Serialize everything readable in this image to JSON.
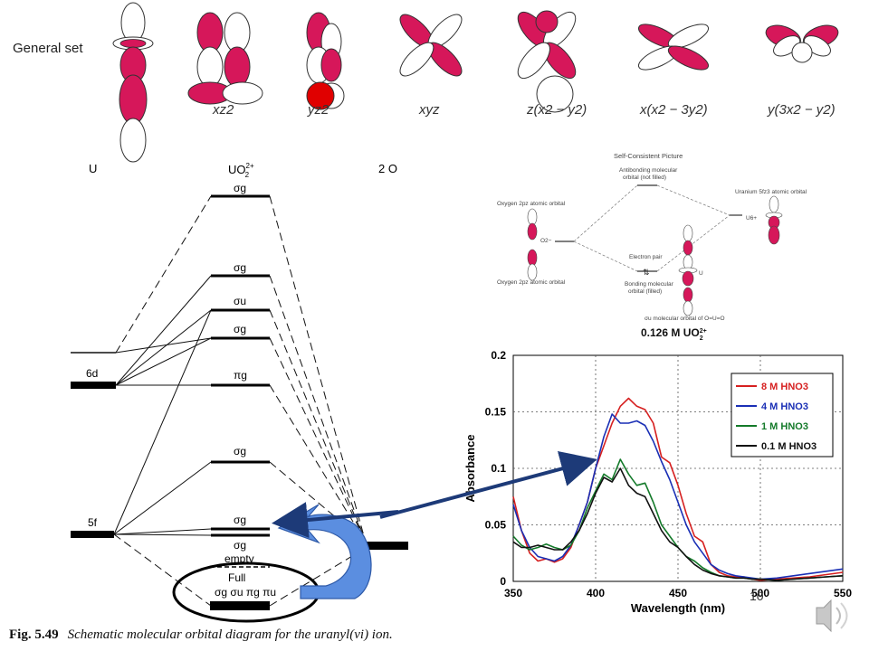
{
  "orbital_row": {
    "heading": "General set",
    "labels": [
      "xz2",
      "yz2",
      "xyz",
      "z(x2 − y2)",
      "x(x2 − 3y2)",
      "y(3x2 − y2)"
    ]
  },
  "mo_diagram": {
    "left_label": "U",
    "center_label": "UO",
    "center_sup": "2+",
    "center_sub": "2",
    "right_label": "2 O",
    "atomic_levels": [
      "6d",
      "5f"
    ],
    "mo_levels": [
      "σg",
      "σg",
      "σu",
      "σg",
      "πg",
      "σg",
      "σg",
      "σg"
    ],
    "empty_label": "empty",
    "full_label": "Full",
    "bonding_set": "σg σu πg πu"
  },
  "scp": {
    "title": "Self-Consistent Picture",
    "antibonding": [
      "Antibonding molecular",
      "orbital (not filled)"
    ],
    "oxygen_top": "Oxygen 2pz atomic orbital",
    "oxygen_bottom": "Oxygen 2pz atomic orbital",
    "uranium": "Uranium 5fz3 atomic orbital",
    "o_ion": "O2−",
    "u_ion": "U6+",
    "electron_pair": "Electron pair",
    "bonding": [
      "Bonding molecular",
      "orbital (filled)"
    ],
    "u_center": "U",
    "sigma_caption": "σu molecular orbital of O=U=O",
    "concentration": "0.126 M UO",
    "concentration_sup": "2+",
    "concentration_sub": "2"
  },
  "chart_data": {
    "type": "line",
    "xlabel": "Wavelength (nm)",
    "ylabel": "Absorbance",
    "xlim": [
      350,
      550
    ],
    "ylim": [
      0,
      0.2
    ],
    "xticks": [
      350,
      400,
      450,
      500,
      550
    ],
    "yticks": [
      0,
      0.05,
      0.1,
      0.15,
      0.2
    ],
    "grid": true,
    "legend_position": "top-right",
    "series": [
      {
        "name": "8 M HNO3",
        "color": "#d62020",
        "x": [
          350,
          355,
          360,
          365,
          370,
          375,
          380,
          385,
          390,
          395,
          400,
          405,
          410,
          415,
          420,
          425,
          430,
          435,
          440,
          445,
          450,
          455,
          460,
          465,
          470,
          475,
          480,
          485,
          490,
          495,
          500,
          510,
          520,
          530,
          540,
          550
        ],
        "y": [
          0.075,
          0.045,
          0.025,
          0.018,
          0.02,
          0.017,
          0.02,
          0.03,
          0.05,
          0.07,
          0.1,
          0.12,
          0.14,
          0.155,
          0.162,
          0.155,
          0.152,
          0.14,
          0.11,
          0.105,
          0.085,
          0.06,
          0.04,
          0.035,
          0.015,
          0.008,
          0.005,
          0.004,
          0.004,
          0.002,
          0.001,
          0.002,
          0.003,
          0.004,
          0.006,
          0.008
        ]
      },
      {
        "name": "4 M HNO3",
        "color": "#1a2fb5",
        "x": [
          350,
          355,
          360,
          365,
          370,
          375,
          380,
          385,
          390,
          395,
          400,
          405,
          410,
          415,
          420,
          425,
          430,
          435,
          440,
          445,
          450,
          455,
          460,
          465,
          470,
          475,
          480,
          485,
          490,
          495,
          500,
          510,
          520,
          530,
          540,
          550
        ],
        "y": [
          0.068,
          0.045,
          0.03,
          0.022,
          0.02,
          0.018,
          0.022,
          0.032,
          0.05,
          0.07,
          0.1,
          0.128,
          0.148,
          0.14,
          0.14,
          0.142,
          0.138,
          0.124,
          0.106,
          0.09,
          0.07,
          0.05,
          0.035,
          0.025,
          0.015,
          0.01,
          0.007,
          0.005,
          0.004,
          0.003,
          0.002,
          0.003,
          0.005,
          0.007,
          0.009,
          0.011
        ]
      },
      {
        "name": "1 M HNO3",
        "color": "#147a2a",
        "x": [
          350,
          355,
          360,
          365,
          370,
          375,
          380,
          385,
          390,
          395,
          400,
          405,
          410,
          415,
          420,
          425,
          430,
          435,
          440,
          445,
          450,
          455,
          460,
          465,
          470,
          475,
          480,
          485,
          490,
          495,
          500,
          510,
          520,
          530,
          540,
          550
        ],
        "y": [
          0.04,
          0.032,
          0.028,
          0.03,
          0.033,
          0.03,
          0.028,
          0.032,
          0.045,
          0.065,
          0.08,
          0.095,
          0.09,
          0.108,
          0.095,
          0.085,
          0.087,
          0.07,
          0.05,
          0.04,
          0.03,
          0.022,
          0.018,
          0.012,
          0.008,
          0.005,
          0.004,
          0.003,
          0.003,
          0.002,
          0.002,
          0.001,
          0.002,
          0.003,
          0.004,
          0.005
        ]
      },
      {
        "name": "0.1 M HNO3",
        "color": "#111111",
        "x": [
          350,
          355,
          360,
          365,
          370,
          375,
          380,
          385,
          390,
          395,
          400,
          405,
          410,
          415,
          420,
          425,
          430,
          435,
          440,
          445,
          450,
          455,
          460,
          465,
          470,
          475,
          480,
          485,
          490,
          495,
          500,
          510,
          520,
          530,
          540,
          550
        ],
        "y": [
          0.035,
          0.03,
          0.03,
          0.032,
          0.03,
          0.028,
          0.028,
          0.035,
          0.045,
          0.06,
          0.078,
          0.092,
          0.088,
          0.1,
          0.085,
          0.078,
          0.075,
          0.06,
          0.045,
          0.035,
          0.03,
          0.022,
          0.015,
          0.01,
          0.007,
          0.005,
          0.004,
          0.003,
          0.003,
          0.002,
          0.002,
          0.001,
          0.002,
          0.003,
          0.004,
          0.005
        ]
      }
    ]
  },
  "page_number": "10",
  "caption": {
    "fig": "Fig. 5.49",
    "text_before": "Schematic molecular orbital diagram for the uranyl(",
    "vi": "vi",
    "text_after": ") ion."
  },
  "colors": {
    "lobe": "#d6175a",
    "arrow_blue": "#5b8ee0",
    "arrow_navy": "#1d3a78"
  },
  "icons": [
    "speaker-icon"
  ]
}
